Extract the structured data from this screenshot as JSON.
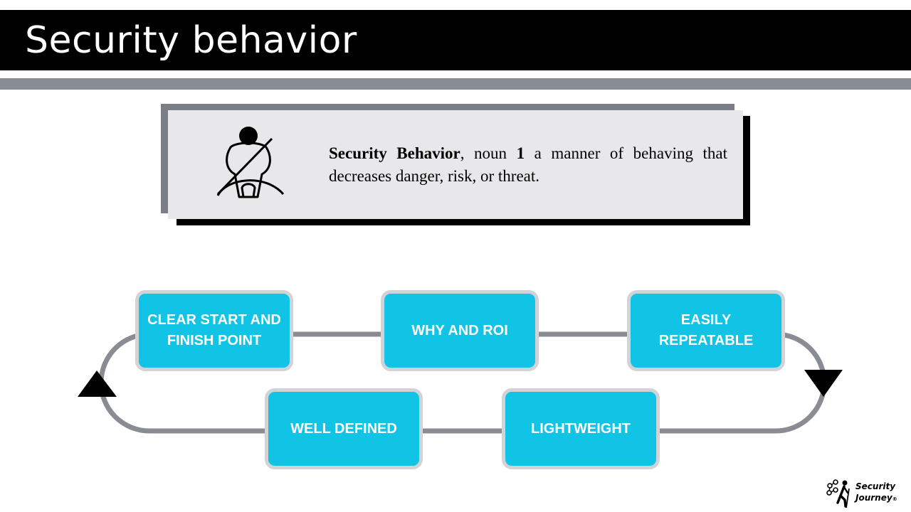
{
  "slide": {
    "title": "Security behavior"
  },
  "definition": {
    "term": "Security Behavior",
    "part_of_speech": ", noun  ",
    "sense_number": "1",
    "meaning": " a manner of behaving that decreases danger, risk, or threat.",
    "icon": "seatbelt-person-icon"
  },
  "cycle": {
    "steps": [
      {
        "label": "CLEAR START AND FINISH POINT"
      },
      {
        "label": "WHY AND ROI"
      },
      {
        "label": "EASILY REPEATABLE"
      },
      {
        "label": "LIGHTWEIGHT"
      },
      {
        "label": "WELL DEFINED"
      }
    ]
  },
  "logo": {
    "line1": "Security",
    "line2": "Journey",
    "reg": "®"
  },
  "colors": {
    "title_bar": "#000000",
    "sub_bar": "#898b95",
    "box_fill": "#11c3e5",
    "box_border": "#d2d3d7",
    "loop_line": "#8a8c94",
    "card_fill": "#e8e8ea"
  }
}
